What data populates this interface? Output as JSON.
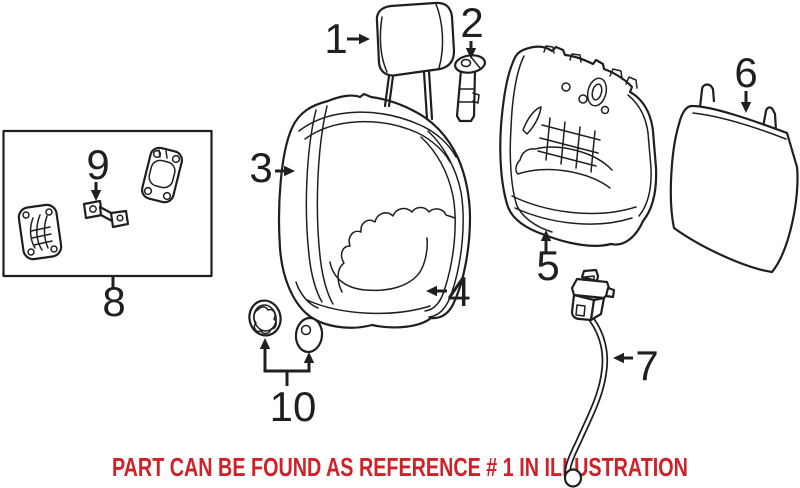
{
  "diagram_type": "parts-illustration",
  "colors": {
    "background": "#ffffff",
    "line": "#1f1f1f",
    "note_red": "#d02028"
  },
  "callouts": {
    "c1": "1",
    "c2": "2",
    "c3": "3",
    "c4": "4",
    "c5": "5",
    "c6": "6",
    "c7": "7",
    "c8": "8",
    "c9": "9",
    "c10": "10"
  },
  "note": {
    "text": "PART CAN BE FOUND AS REFERENCE # 1 IN ILLUSTRATION"
  }
}
